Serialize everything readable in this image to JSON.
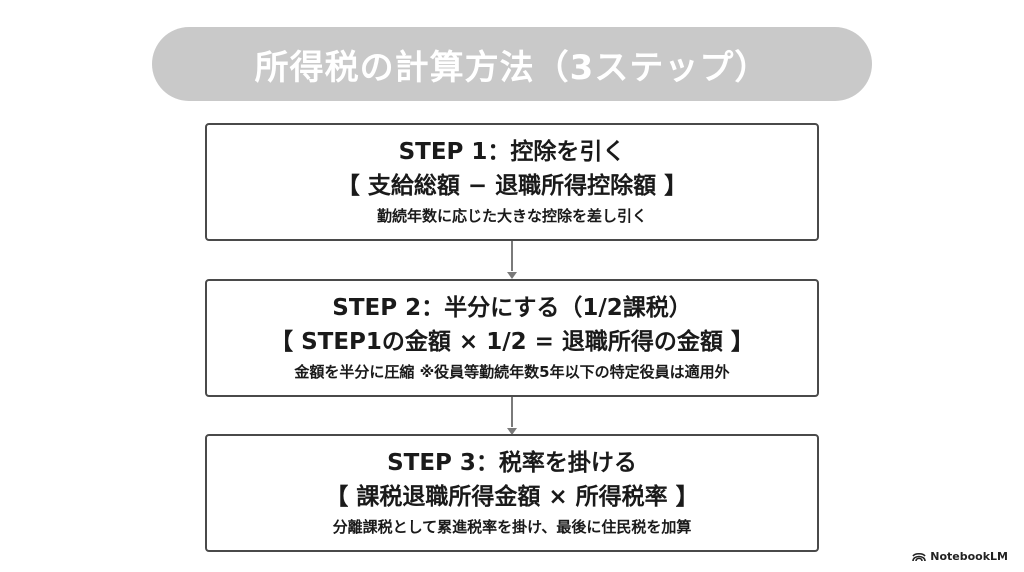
{
  "title": "所得税の計算方法（3ステップ）",
  "steps": [
    {
      "heading": "STEP 1：控除を引く",
      "formula": "【 支給総額 − 退職所得控除額 】",
      "note": "勤続年数に応じた大きな控除を差し引く"
    },
    {
      "heading": "STEP 2：半分にする（1/2課税）",
      "formula": "【 STEP1の金額 × 1/2 = 退職所得の金額 】",
      "note": "金額を半分に圧縮 ※役員等勤続年数5年以下の特定役員は適用外"
    },
    {
      "heading": "STEP 3：税率を掛ける",
      "formula": "【 課税退職所得金額 × 所得税率 】",
      "note": "分離課税として累進税率を掛け、最後に住民税を加算"
    }
  ],
  "brand": {
    "icon": "notebooklm-logo-icon",
    "label": "NotebookLM"
  },
  "colors": {
    "title_pill": "#c9c9c9",
    "title_text": "#ffffff",
    "box_border": "#4a4a4a",
    "connector": "#7a7a7a"
  }
}
